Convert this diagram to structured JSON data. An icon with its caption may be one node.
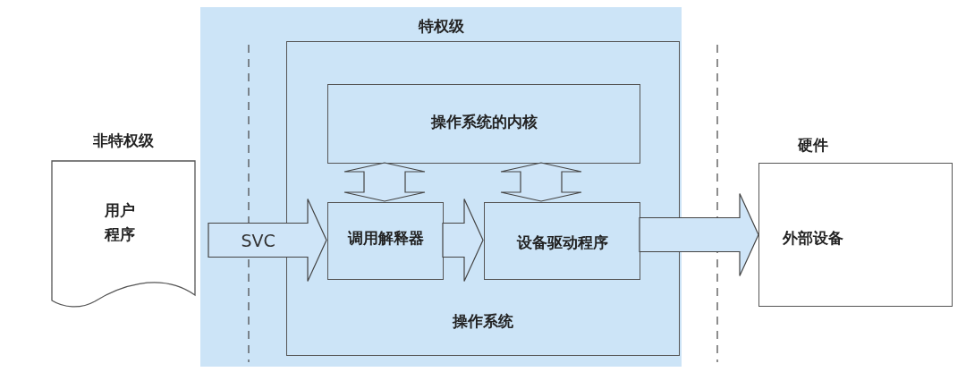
{
  "diagram": {
    "nodes": [
      {
        "text": [
          "特权级"
        ]
      },
      {
        "text": [
          "操作系统"
        ],
        "in": 0
      },
      {
        "text": [
          "操作系统的内核"
        ],
        "in": 1
      },
      {
        "text": [
          "调用解释器"
        ],
        "in": 1
      },
      {
        "text": [
          "设备驱动程序"
        ],
        "in": 1
      },
      {
        "text": [
          "非特权级",
          "用户程序"
        ]
      },
      {
        "text": [
          "硬件",
          "外部设备"
        ]
      }
    ],
    "edges": [
      {
        "from": 5,
        "to": 3,
        "arrow": "to",
        "label": "SVC"
      },
      {
        "from": 3,
        "to": 4,
        "arrow": "to"
      },
      {
        "from": 4,
        "to": 6,
        "arrow": "to"
      },
      {
        "from": 2,
        "to": 3,
        "arrow": "both"
      },
      {
        "from": 2,
        "to": 4,
        "arrow": "both"
      }
    ]
  }
}
